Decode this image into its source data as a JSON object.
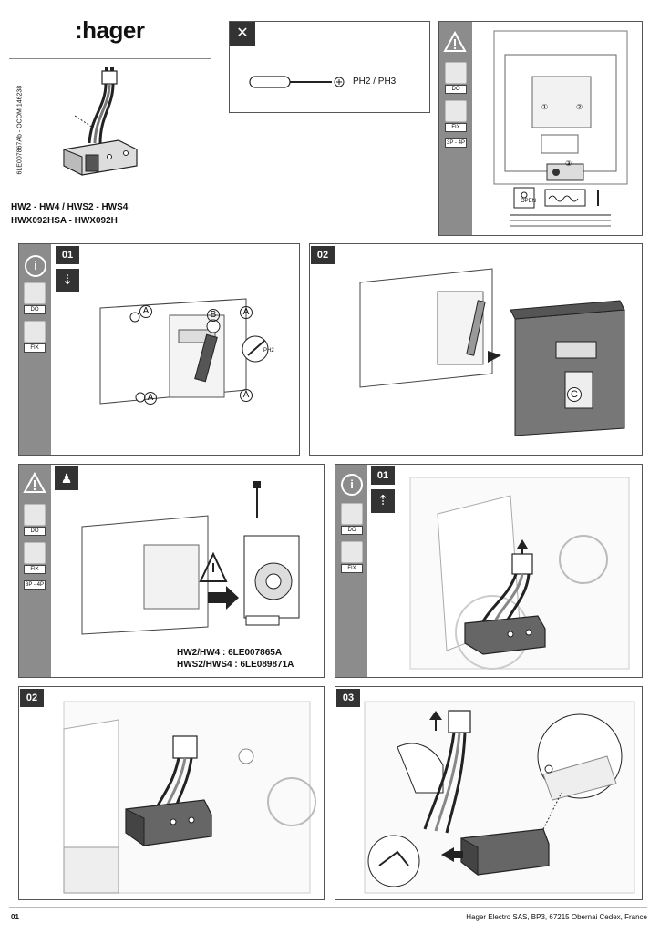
{
  "header": {
    "logo_text": ":hager",
    "doc_code": "6LE007867Ab - OCOM 146238",
    "models_line1": "HW2 - HW4 / HWS2 - HWS4",
    "models_line2": "HWX092HSA - HWX092H"
  },
  "tools": {
    "label": "PH2 / PH3"
  },
  "warning_panel": {
    "tags": [
      "DO",
      "FIX",
      "3P - 4P"
    ],
    "open_label": "OPEN",
    "callouts": [
      "①",
      "②",
      "③"
    ]
  },
  "row2": {
    "left": {
      "step": "01",
      "tags": [
        "DO",
        "FIX"
      ],
      "letters": [
        "A",
        "B",
        "A",
        "A",
        "A"
      ],
      "tool_label": "PH2"
    },
    "right": {
      "step": "02",
      "letter": "C"
    }
  },
  "row3": {
    "left": {
      "tags": [
        "DO",
        "FIX",
        "3P - 4P"
      ],
      "part1": "HW2/HW4 : 6LE007865A",
      "part2": "HWS2/HWS4 : 6LE089871A"
    },
    "right": {
      "step": "01",
      "tags": [
        "DO",
        "FIX"
      ]
    }
  },
  "row4": {
    "left": {
      "step": "02"
    },
    "right": {
      "step": "03"
    }
  },
  "footer": {
    "page": "01",
    "company": "Hager Electro SAS, BP3, 67215 Obernai Cedex, France"
  },
  "colors": {
    "panel_gray": "#8c8c8c",
    "step_bg": "#333333",
    "part_dark": "#555555"
  }
}
